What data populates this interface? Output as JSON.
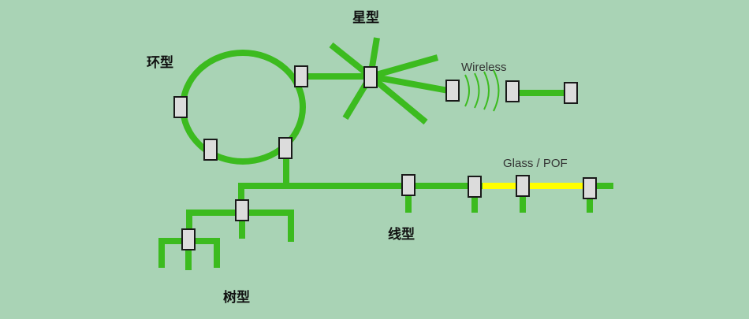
{
  "labels": {
    "star": "星型",
    "ring": "环型",
    "wireless": "Wireless",
    "glass": "Glass / POF",
    "bus": "线型",
    "tree": "树型"
  },
  "colors": {
    "background": "#a9d3b5",
    "cable": "#3cbb1f",
    "fiber": "#ffff00",
    "node_fill": "#dcdcdc",
    "node_stroke": "#1a1a1a"
  }
}
